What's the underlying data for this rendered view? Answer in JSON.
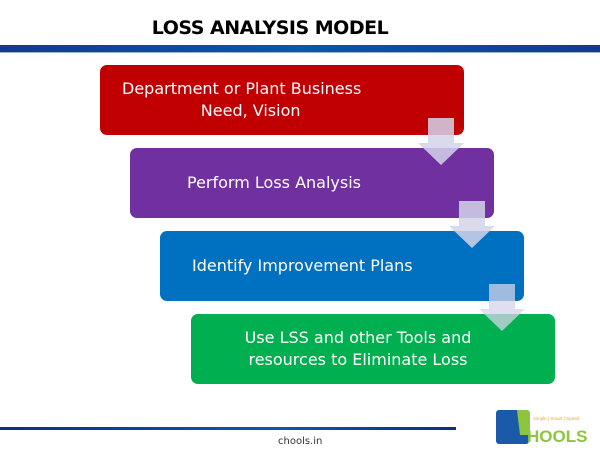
{
  "title": "LOSS ANALYSIS MODEL",
  "steps": [
    {
      "line1": "Department or Plant Business",
      "line2": "Need, Vision",
      "color": "#C00000"
    },
    {
      "line1": "Perform Loss Analysis",
      "line2": "",
      "color": "#7030A0"
    },
    {
      "line1": "Identify Improvement Plans",
      "line2": "",
      "color": "#0070C0"
    },
    {
      "line1": "Use LSS and other Tools  and",
      "line2": "resources to Eliminate Loss",
      "color": "#00B050"
    }
  ],
  "footer": {
    "site": "chools.in"
  },
  "logo": {
    "tagline": "Simple | Smart | Speed",
    "text": "CHOOLS"
  }
}
